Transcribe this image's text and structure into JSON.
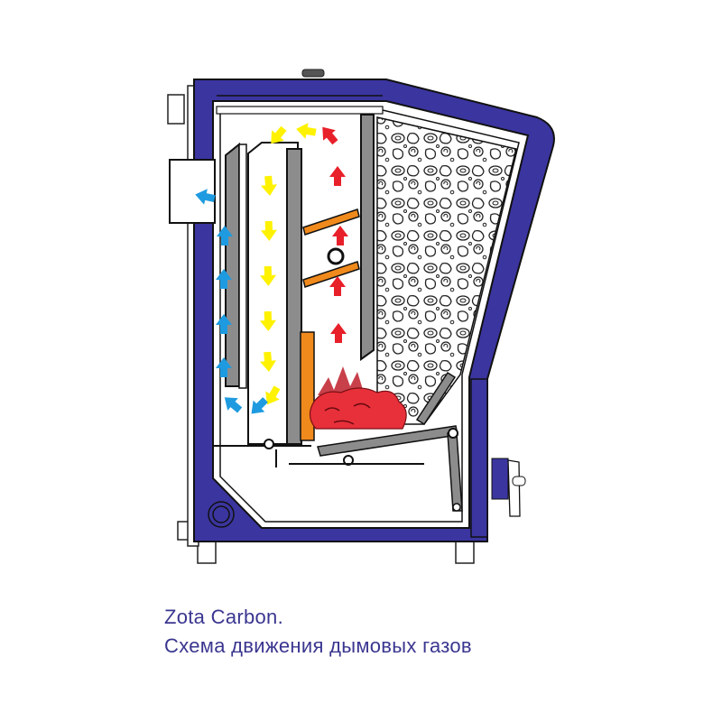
{
  "diagram": {
    "title": "Zota Carbon.",
    "subtitle": "Схема движения дымовых газов",
    "colors": {
      "body": "#3b35a0",
      "steel": "#8c8c8c",
      "orange": "#f08a1c",
      "flue_yellow": "#fff200",
      "flue_red": "#e8202a",
      "flue_blue": "#1e9be0",
      "fire": "#e8303a",
      "caption": "#3a3690"
    },
    "flows": [
      {
        "name": "hot-gas-rise",
        "color": "red",
        "direction": "up",
        "location": "combustion chamber"
      },
      {
        "name": "gas-descent",
        "color": "yellow",
        "direction": "down",
        "location": "middle heat-exchange channel"
      },
      {
        "name": "gas-exit",
        "color": "blue",
        "direction": "up-then-left",
        "location": "rear channel to flue outlet"
      }
    ],
    "components": [
      "fuel hopper with coal",
      "grate",
      "firebox",
      "heat-exchanger plates",
      "flue outlet",
      "ash door",
      "legs"
    ]
  }
}
